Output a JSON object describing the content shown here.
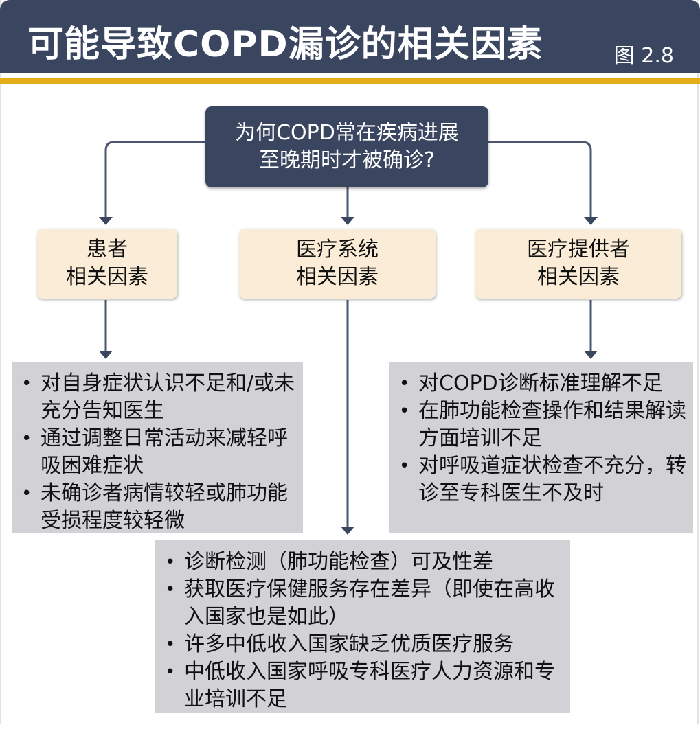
{
  "header": {
    "title": "可能导致COPD漏诊的相关因素",
    "figure_label": "图 2.8"
  },
  "colors": {
    "header_bg": "#3a4660",
    "accent_gold": "#e6ad1a",
    "category_bg": "#faecd6",
    "list_bg": "#d1d1d6",
    "connector": "#4a5670"
  },
  "question": {
    "line1": "为何COPD常在疾病进展",
    "line2": "至晚期时才被确诊?"
  },
  "categories": [
    {
      "line1": "患者",
      "line2": "相关因素"
    },
    {
      "line1": "医疗系统",
      "line2": "相关因素"
    },
    {
      "line1": "医疗提供者",
      "line2": "相关因素"
    }
  ],
  "patient_factors": [
    "对自身症状认识不足和/或未充分告知医生",
    "通过调整日常活动来减轻呼吸困难症状",
    "未确诊者病情较轻或肺功能受损程度较轻微"
  ],
  "system_factors": [
    "诊断检测（肺功能检查）可及性差",
    "获取医疗保健服务存在差异（即使在高收入国家也是如此）",
    "许多中低收入国家缺乏优质医疗服务",
    "中低收入国家呼吸专科医疗人力资源和专业培训不足"
  ],
  "provider_factors": [
    "对COPD诊断标准理解不足",
    "在肺功能检查操作和结果解读方面培训不足",
    "对呼吸道症状检查不充分，转诊至专科医生不及时"
  ]
}
